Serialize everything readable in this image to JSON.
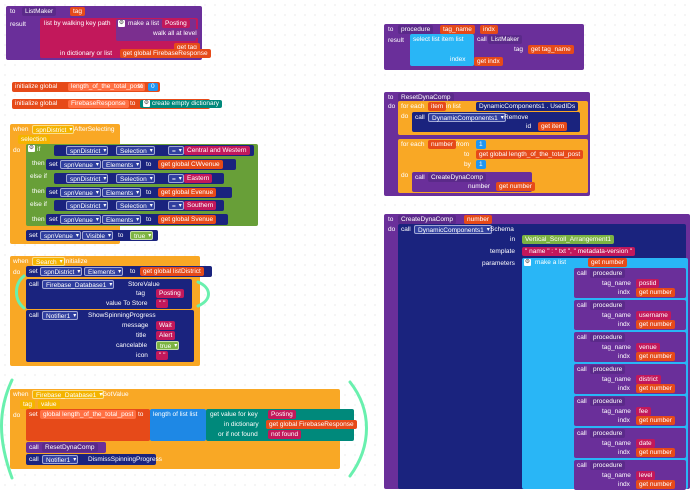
{
  "listmaker_proc": {
    "to": "to",
    "name": "ListMaker",
    "param": "tag",
    "result": "result",
    "fn": "list by walking key path",
    "make": "make a list",
    "posting": "Posting",
    "walk": "walk all at level",
    "get": "get",
    "tag": "tag",
    "dict_label": "in dictionary or list",
    "global_fr": "global FirebaseResponse"
  },
  "init1": {
    "label": "initialize global",
    "name": "length_of_the_total_post",
    "to": "to",
    "value": "0"
  },
  "init2": {
    "label": "initialize global",
    "name": "FirebaseResponse",
    "to": "to",
    "value": "create empty dictionary"
  },
  "district_event": {
    "when": "when",
    "comp": "spnDistrict",
    "event": "AfterSelecting",
    "param": "selection",
    "do": "do",
    "if": "if",
    "elseif": "else if",
    "then": "then",
    "selection_prop": "Selection",
    "eq": "=",
    "opt1": "Central and Western",
    "opt2": "Eastern",
    "opt3": "Southern",
    "set": "set",
    "spnVenue": "spnVenue",
    "elements": "Elements",
    "to": "to",
    "get": "get",
    "gv1": "global CWvenue",
    "gv2": "global Evenue",
    "gv3": "global Svenue",
    "visible": "Visible",
    "true": "true"
  },
  "search_event": {
    "when": "when",
    "comp": "Search",
    "event": "Initialize",
    "do": "do",
    "set": "set",
    "spnDistrict": "spnDistrict",
    "elements": "Elements",
    "to": "to",
    "get": "get",
    "gd": "global listDistrict",
    "call": "call",
    "fb": "Firebase_Database1",
    "store": "StoreValue",
    "tag": "tag",
    "posting": "Posting",
    "valuetostore": "value To Store",
    "notifier": "Notifier1",
    "show": "ShowSpinningProgress",
    "message": "message",
    "wait": "Wait",
    "title": "title",
    "alert": "Alert",
    "cancelable": "cancelable",
    "true": "true",
    "icon": "icon"
  },
  "gotvalue_event": {
    "when": "when",
    "comp": "Firebase_Database1",
    "event": "GotValue",
    "tag": "tag",
    "value": "value",
    "do": "do",
    "set": "set",
    "gl": "global length_of_the_total_post",
    "to": "to",
    "len": "length of list list",
    "getval": "get value for key",
    "posting": "Posting",
    "indict": "in dictionary",
    "get": "get",
    "gfr": "global FirebaseResponse",
    "ifnotfound": "or if not found",
    "notfound": "not found",
    "call": "call",
    "reset": "ResetDynaComp",
    "notifier": "Notifier1",
    "dismiss": "DismissSpinningProgress"
  },
  "procedure_proc": {
    "to": "to",
    "name": "procedure",
    "p1": "tag_name",
    "p2": "indx",
    "result": "result",
    "select": "select list item list",
    "call": "call",
    "listmaker": "ListMaker",
    "tag": "tag",
    "get": "get",
    "gtag": "tag_name",
    "index": "index",
    "gindx": "indx"
  },
  "reset_proc": {
    "to": "to",
    "name": "ResetDynaComp",
    "do": "do",
    "foreach": "for each",
    "item": "item",
    "inlist": "in list",
    "dc": "DynamicComponents1",
    "usedids": "UsedIDs",
    "remove": "Remove",
    "call": "call",
    "id": "id",
    "get": "get",
    "gitem": "item",
    "number": "number",
    "from": "from",
    "one": "1",
    "gl": "global length_of_the_total_post",
    "by": "by",
    "create": "CreateDynaComp",
    "gnumber": "number"
  },
  "create_proc": {
    "to": "to",
    "name": "CreateDynaComp",
    "param": "number",
    "do": "do",
    "call": "call",
    "dc": "DynamicComponents1",
    "schema": "Schema",
    "in": "in",
    "arr": "Vertical_Scroll_Arrangement1",
    "template": "template",
    "name_key": "name",
    "txt": "txt",
    "meta": "metadata-version",
    "parameters": "parameters",
    "makelist": "make a list",
    "get": "get",
    "gnumber": "number",
    "procedure": "procedure",
    "tag_name": "tag_name",
    "indx": "indx",
    "tags": [
      "postid",
      "username",
      "venue",
      "district",
      "fee",
      "date",
      "level"
    ]
  }
}
